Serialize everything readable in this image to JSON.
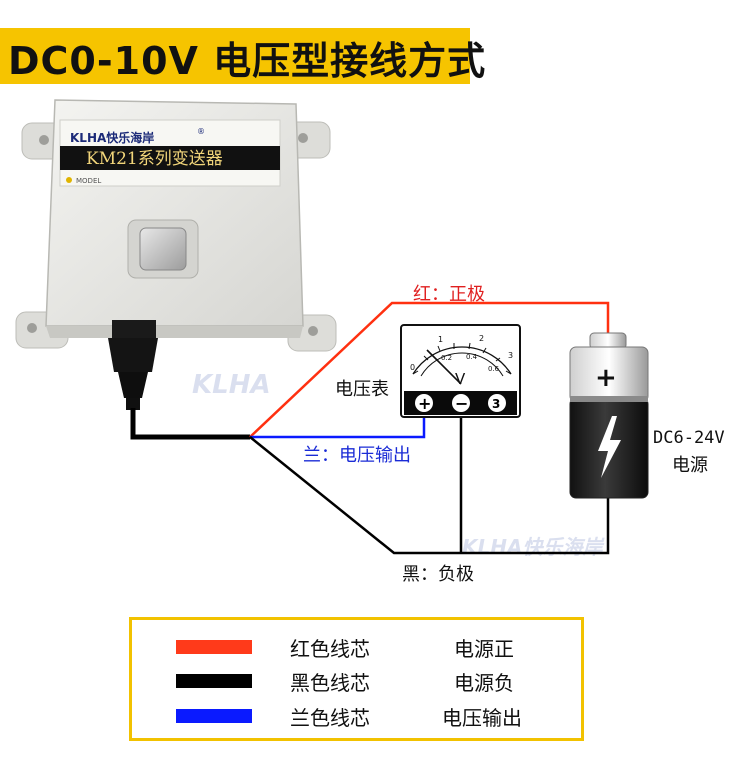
{
  "title": "DC0-10V 电压型接线方式",
  "device": {
    "brand": "KLHA快乐海岸",
    "registered": "®",
    "model": "KM21系列变送器",
    "model_caption": "MODEL"
  },
  "watermarks": [
    "KLHA",
    "KLHA快乐海岸"
  ],
  "meter": {
    "name": "电压表",
    "unit": "V",
    "scale_top": [
      "0",
      "1",
      "2",
      "3"
    ],
    "scale_bottom": [
      "0.2",
      "0.4",
      "0.6"
    ],
    "terminals": [
      "+",
      "−",
      "3"
    ]
  },
  "battery": {
    "line1": "DC6-24V",
    "line2": "电源",
    "plus": "+"
  },
  "wire_labels": {
    "red": "红：正极",
    "blue": "兰：电压输出",
    "black": "黑：负极"
  },
  "colors": {
    "red": "#ff3010",
    "black": "#000000",
    "blue": "#0a1aff",
    "title_bar": "#f6c400",
    "red_label": "#e02020",
    "blue_label": "#1a2bd6"
  },
  "legend": [
    {
      "color": "#ff3a1a",
      "name": "红色线芯",
      "func": "电源正"
    },
    {
      "color": "#000000",
      "name": "黑色线芯",
      "func": "电源负"
    },
    {
      "color": "#0a1aff",
      "name": "兰色线芯",
      "func": "电压输出"
    }
  ]
}
